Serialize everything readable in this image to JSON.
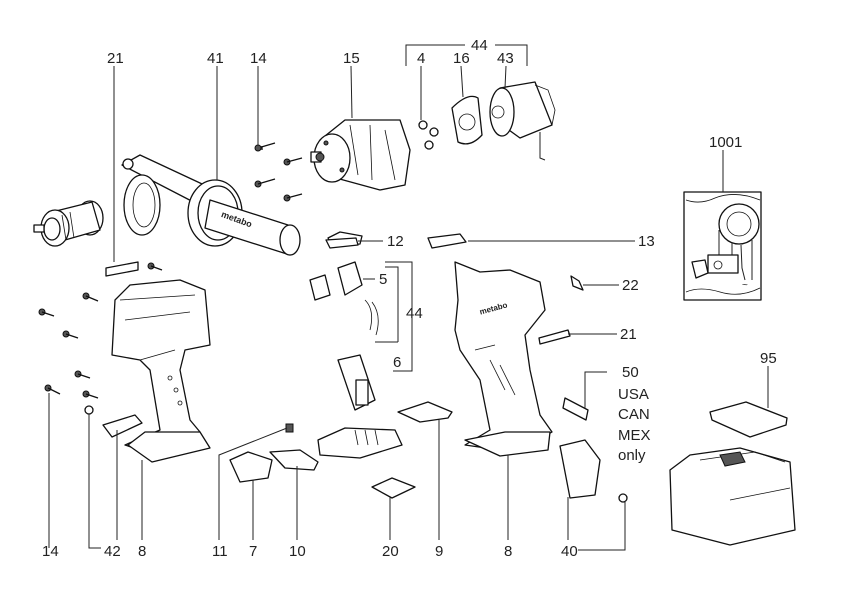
{
  "diagram": {
    "title": "Exploded parts view",
    "parts": [
      {
        "id": "21a",
        "label": "21"
      },
      {
        "id": "41",
        "label": "41"
      },
      {
        "id": "14a",
        "label": "14"
      },
      {
        "id": "15",
        "label": "15"
      },
      {
        "id": "4",
        "label": "4"
      },
      {
        "id": "16",
        "label": "16"
      },
      {
        "id": "43",
        "label": "43"
      },
      {
        "id": "44a",
        "label": "44"
      },
      {
        "id": "1001",
        "label": "1001"
      },
      {
        "id": "12",
        "label": "12"
      },
      {
        "id": "13",
        "label": "13"
      },
      {
        "id": "5",
        "label": "5"
      },
      {
        "id": "44b",
        "label": "44"
      },
      {
        "id": "6",
        "label": "6"
      },
      {
        "id": "22",
        "label": "22"
      },
      {
        "id": "21b",
        "label": "21"
      },
      {
        "id": "50",
        "label": "50"
      },
      {
        "id": "95",
        "label": "95"
      },
      {
        "id": "14b",
        "label": "14"
      },
      {
        "id": "42",
        "label": "42"
      },
      {
        "id": "8a",
        "label": "8"
      },
      {
        "id": "11",
        "label": "11"
      },
      {
        "id": "7",
        "label": "7"
      },
      {
        "id": "10",
        "label": "10"
      },
      {
        "id": "20",
        "label": "20"
      },
      {
        "id": "9",
        "label": "9"
      },
      {
        "id": "8b",
        "label": "8"
      },
      {
        "id": "40",
        "label": "40"
      }
    ],
    "note_50": [
      "USA",
      "CAN",
      "MEX",
      "only"
    ],
    "brand_mark": "metabo",
    "symbol_ac": "~"
  }
}
